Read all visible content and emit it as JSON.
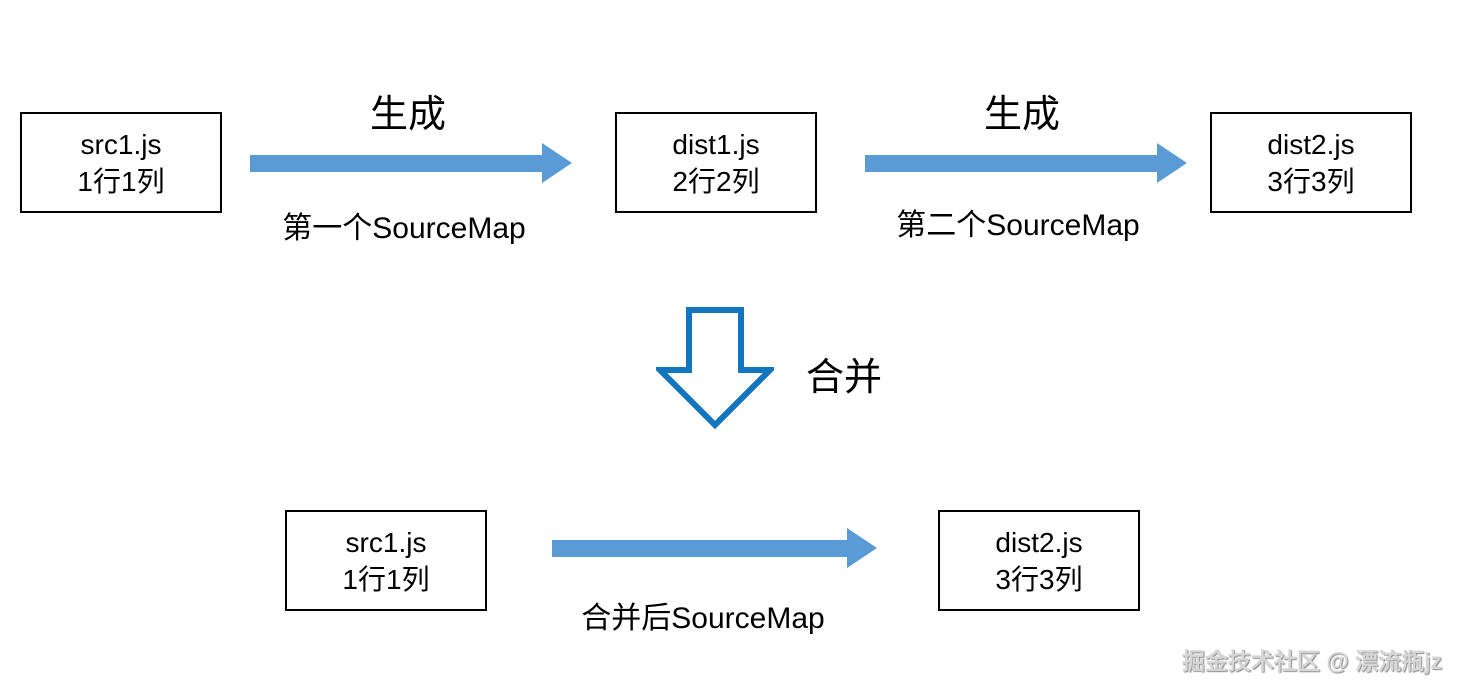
{
  "colors": {
    "arrow_blue": "#5B9BD5",
    "merge_arrow_blue": "#1176BD",
    "box_border": "#000000",
    "text": "#000000",
    "watermark_gray": "#d6d6d6"
  },
  "top_row": {
    "source_box": {
      "line1": "src1.js",
      "line2": "1行1列"
    },
    "arrow1": {
      "label_top": "生成",
      "label_bottom": "第一个SourceMap"
    },
    "middle_box": {
      "line1": "dist1.js",
      "line2": "2行2列"
    },
    "arrow2": {
      "label_top": "生成",
      "label_bottom": "第二个SourceMap"
    },
    "result_box": {
      "line1": "dist2.js",
      "line2": "3行3列"
    }
  },
  "merge": {
    "label": "合并"
  },
  "bottom_row": {
    "source_box": {
      "line1": "src1.js",
      "line2": "1行1列"
    },
    "arrow": {
      "label_bottom": "合并后SourceMap"
    },
    "result_box": {
      "line1": "dist2.js",
      "line2": "3行3列"
    }
  },
  "watermark": "掘金技术社区 @ 漂流瓶jz"
}
